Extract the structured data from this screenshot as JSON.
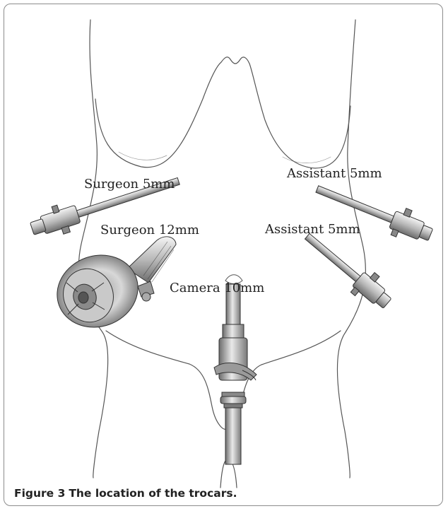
{
  "figure": {
    "labels": {
      "surgeon_5mm": "Surgeon 5mm",
      "surgeon_12mm": "Surgeon 12mm",
      "assistant_5mm_upper": "Assistant 5mm",
      "assistant_5mm_lower": "Assistant 5mm",
      "camera_10mm": "Camera 10mm"
    }
  },
  "caption": {
    "number": "Figure 3",
    "text": "The location of the trocars."
  }
}
